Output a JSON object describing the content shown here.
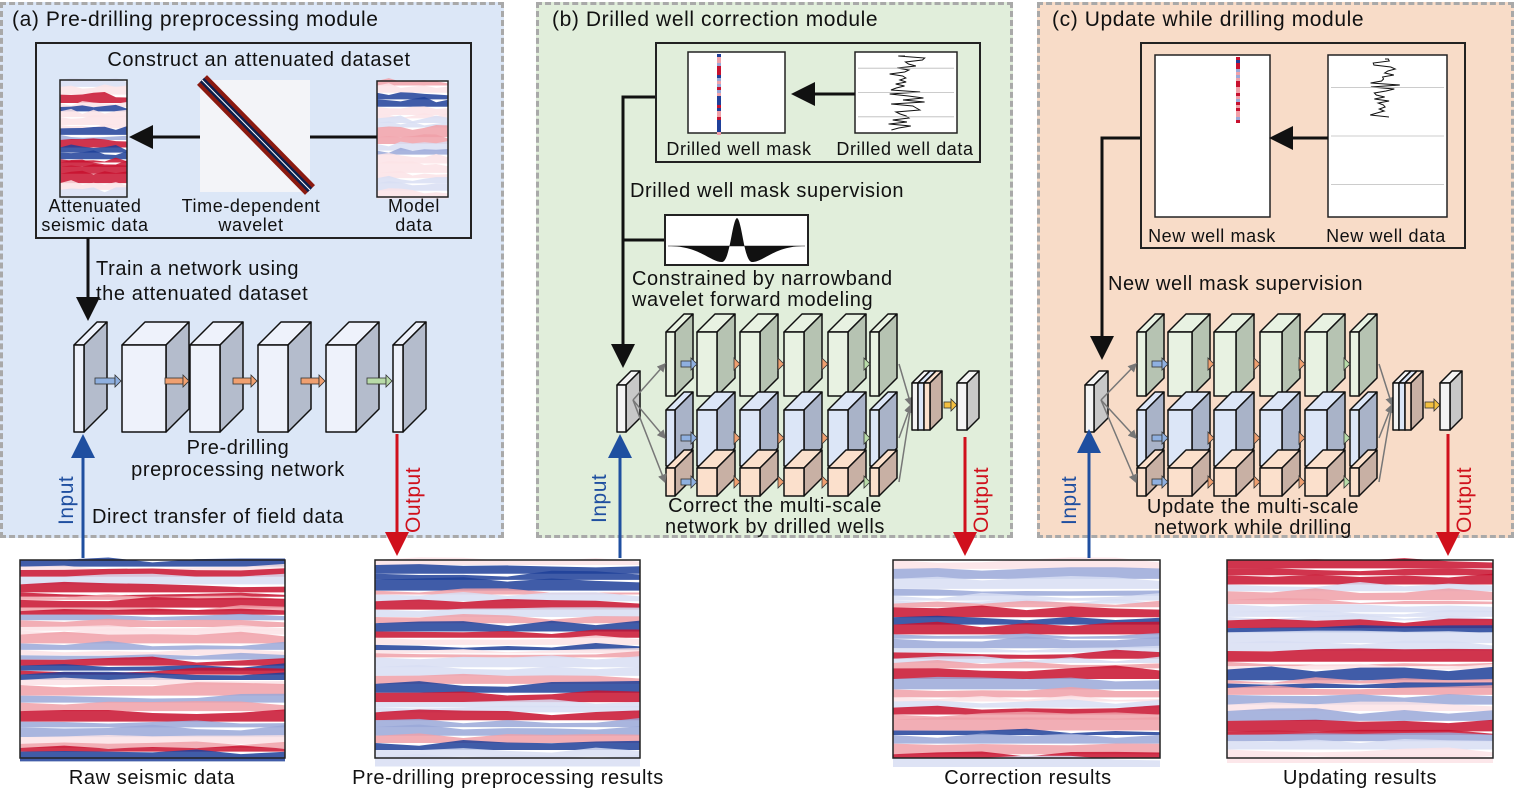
{
  "colors": {
    "panel_a": "#dce7f7",
    "panel_b": "#e1eedb",
    "panel_c": "#f8dcc8",
    "input": "#1f4fa0",
    "output": "#d0101c"
  },
  "panel_a": {
    "title": "(a) Pre-drilling preprocessing module",
    "box_title": "Construct an attenuated dataset",
    "img_labels": [
      "Attenuated",
      "seismic data",
      "Time-dependent",
      "wavelet",
      "Model",
      "data"
    ],
    "train": [
      "Train a network using",
      "the attenuated dataset"
    ],
    "network": [
      "Pre-drilling",
      "preprocessing network"
    ],
    "transfer": "Direct transfer of field data",
    "input": "Input",
    "output": "Output"
  },
  "panel_b": {
    "title": "(b) Drilled well correction module",
    "mask_label": "Drilled well mask",
    "data_label": "Drilled well data",
    "supervision": "Drilled well mask supervision",
    "constrained": [
      "Constrained by narrowband",
      "wavelet forward modeling"
    ],
    "network": [
      "Correct the multi-scale",
      "network by drilled wells"
    ],
    "input": "Input",
    "output": "Output"
  },
  "panel_c": {
    "title": "(c) Update while drilling module",
    "mask_label": "New well mask",
    "data_label": "New well data",
    "supervision": "New well mask supervision",
    "network": [
      "Update the multi-scale",
      "network while drilling"
    ],
    "input": "Input",
    "output": "Output"
  },
  "results": [
    "Raw seismic data",
    "Pre-drilling preprocessing results",
    "Correction results",
    "Updating results"
  ]
}
